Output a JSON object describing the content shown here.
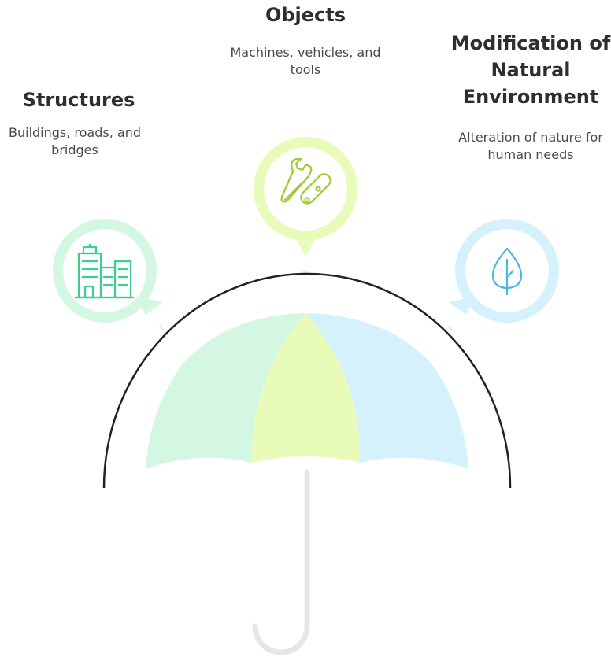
{
  "categories": [
    {
      "title": "Structures",
      "description": "Buildings, roads, and bridges",
      "icon": "buildings-icon",
      "color": "#d4f7e4",
      "accent": "#3ecf8e"
    },
    {
      "title": "Objects",
      "description": "Machines, vehicles, and tools",
      "icon": "wrench-tools-icon",
      "color": "#e8fbb8",
      "accent": "#9ccc2f"
    },
    {
      "title": "Modification of Natural Environment",
      "description": "Alteration of nature for human needs",
      "icon": "tree-icon",
      "color": "#d5f1fb",
      "accent": "#4cb6df"
    }
  ],
  "umbrella": {
    "handle_color": "#e6e6e6",
    "arc_color": "#222222"
  }
}
